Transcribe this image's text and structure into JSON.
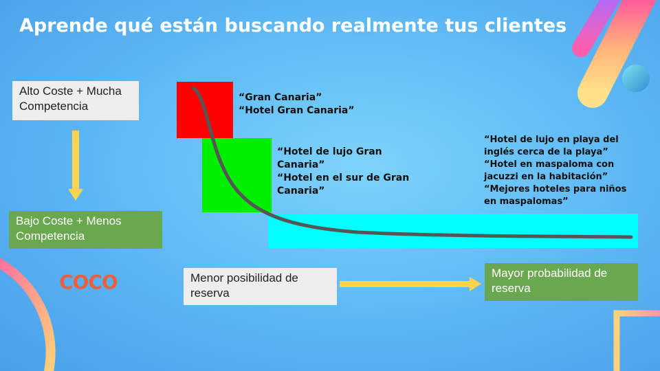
{
  "title": "Aprende qué están buscando realmente tus clientes",
  "boxes": {
    "high_cost": "Alto Coste + Mucha Competencia",
    "low_cost": "Bajo Coste + Menos Competencia",
    "less_prob": "Menor posibilidad de reserva",
    "more_prob": "Mayor probabilidad de reserva"
  },
  "keywords": {
    "group1": [
      "“Gran Canaria”",
      "“Hotel Gran Canaria”"
    ],
    "group2": [
      "“Hotel de lujo Gran",
      "Canaria”",
      "“Hotel en el sur de Gran",
      "Canaria”"
    ],
    "group3": [
      "“Hotel de lujo en playa del",
      "inglés cerca de la playa”",
      "“Hotel en maspaloma con",
      "jacuzzi en la habitación”",
      "“Mejores hoteles para niños",
      "en maspalomas”"
    ]
  },
  "logo": "COCO",
  "colors": {
    "red_block": "#ff0000",
    "green_block": "#00ee00",
    "cyan_block": "#00ffff",
    "arrow": "#ffd34d",
    "box_green": "#6aa84f",
    "box_grey": "#eeeeee",
    "curve": "#555555"
  }
}
